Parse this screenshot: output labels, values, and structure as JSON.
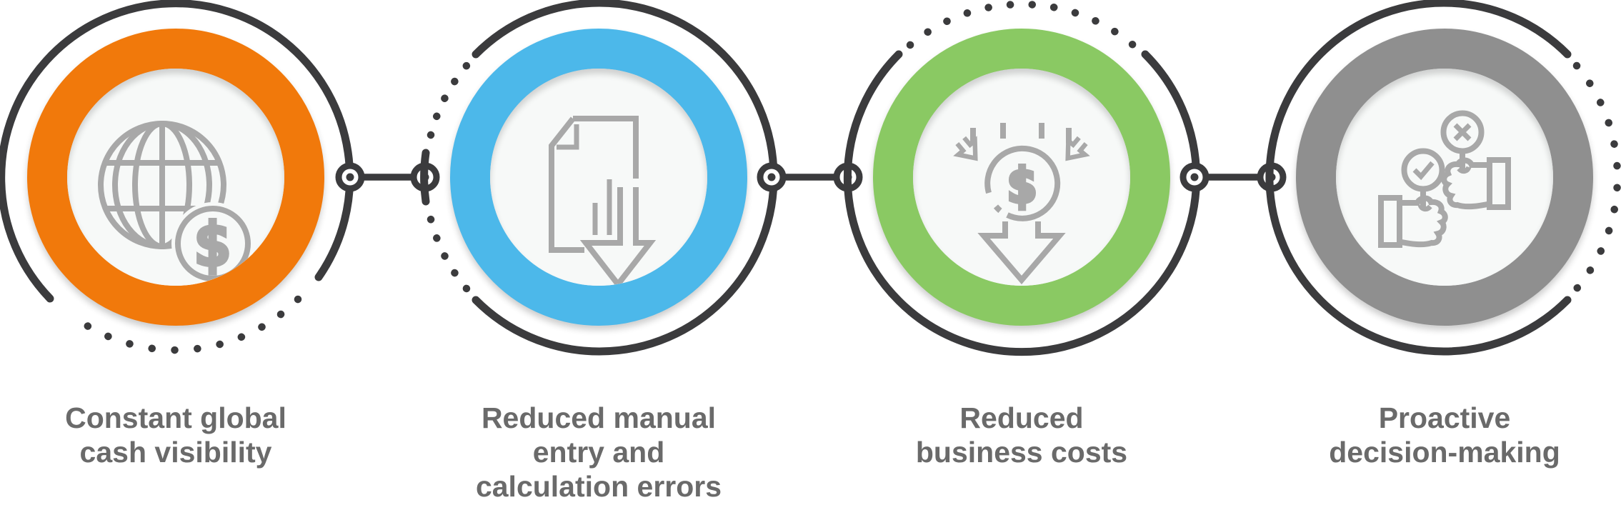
{
  "diagram": {
    "background_color": "#ffffff",
    "outline_color": "#3b3b3d",
    "icon_color": "#a8a8a8",
    "text_color": "#6a6a6a",
    "inner_disc_color": "#f7f9f8",
    "items": [
      {
        "id": "constant-global-cash-visibility",
        "ring_color": "#f1790b",
        "icon": "globe-dollar-icon",
        "currency_symbol": "$",
        "label_lines": [
          "Constant global",
          "cash visibility"
        ]
      },
      {
        "id": "reduced-manual-entry",
        "ring_color": "#4cb8ea",
        "icon": "document-download-icon",
        "label_lines": [
          "Reduced manual",
          "entry and",
          "calculation errors"
        ]
      },
      {
        "id": "reduced-business-costs",
        "ring_color": "#8ac963",
        "icon": "dollar-decrease-icon",
        "currency_symbol": "$",
        "label_lines": [
          "Reduced",
          "business costs"
        ]
      },
      {
        "id": "proactive-decision-making",
        "ring_color": "#8f8f8f",
        "icon": "approve-reject-hands-icon",
        "label_lines": [
          "Proactive",
          "decision-making"
        ]
      }
    ]
  }
}
